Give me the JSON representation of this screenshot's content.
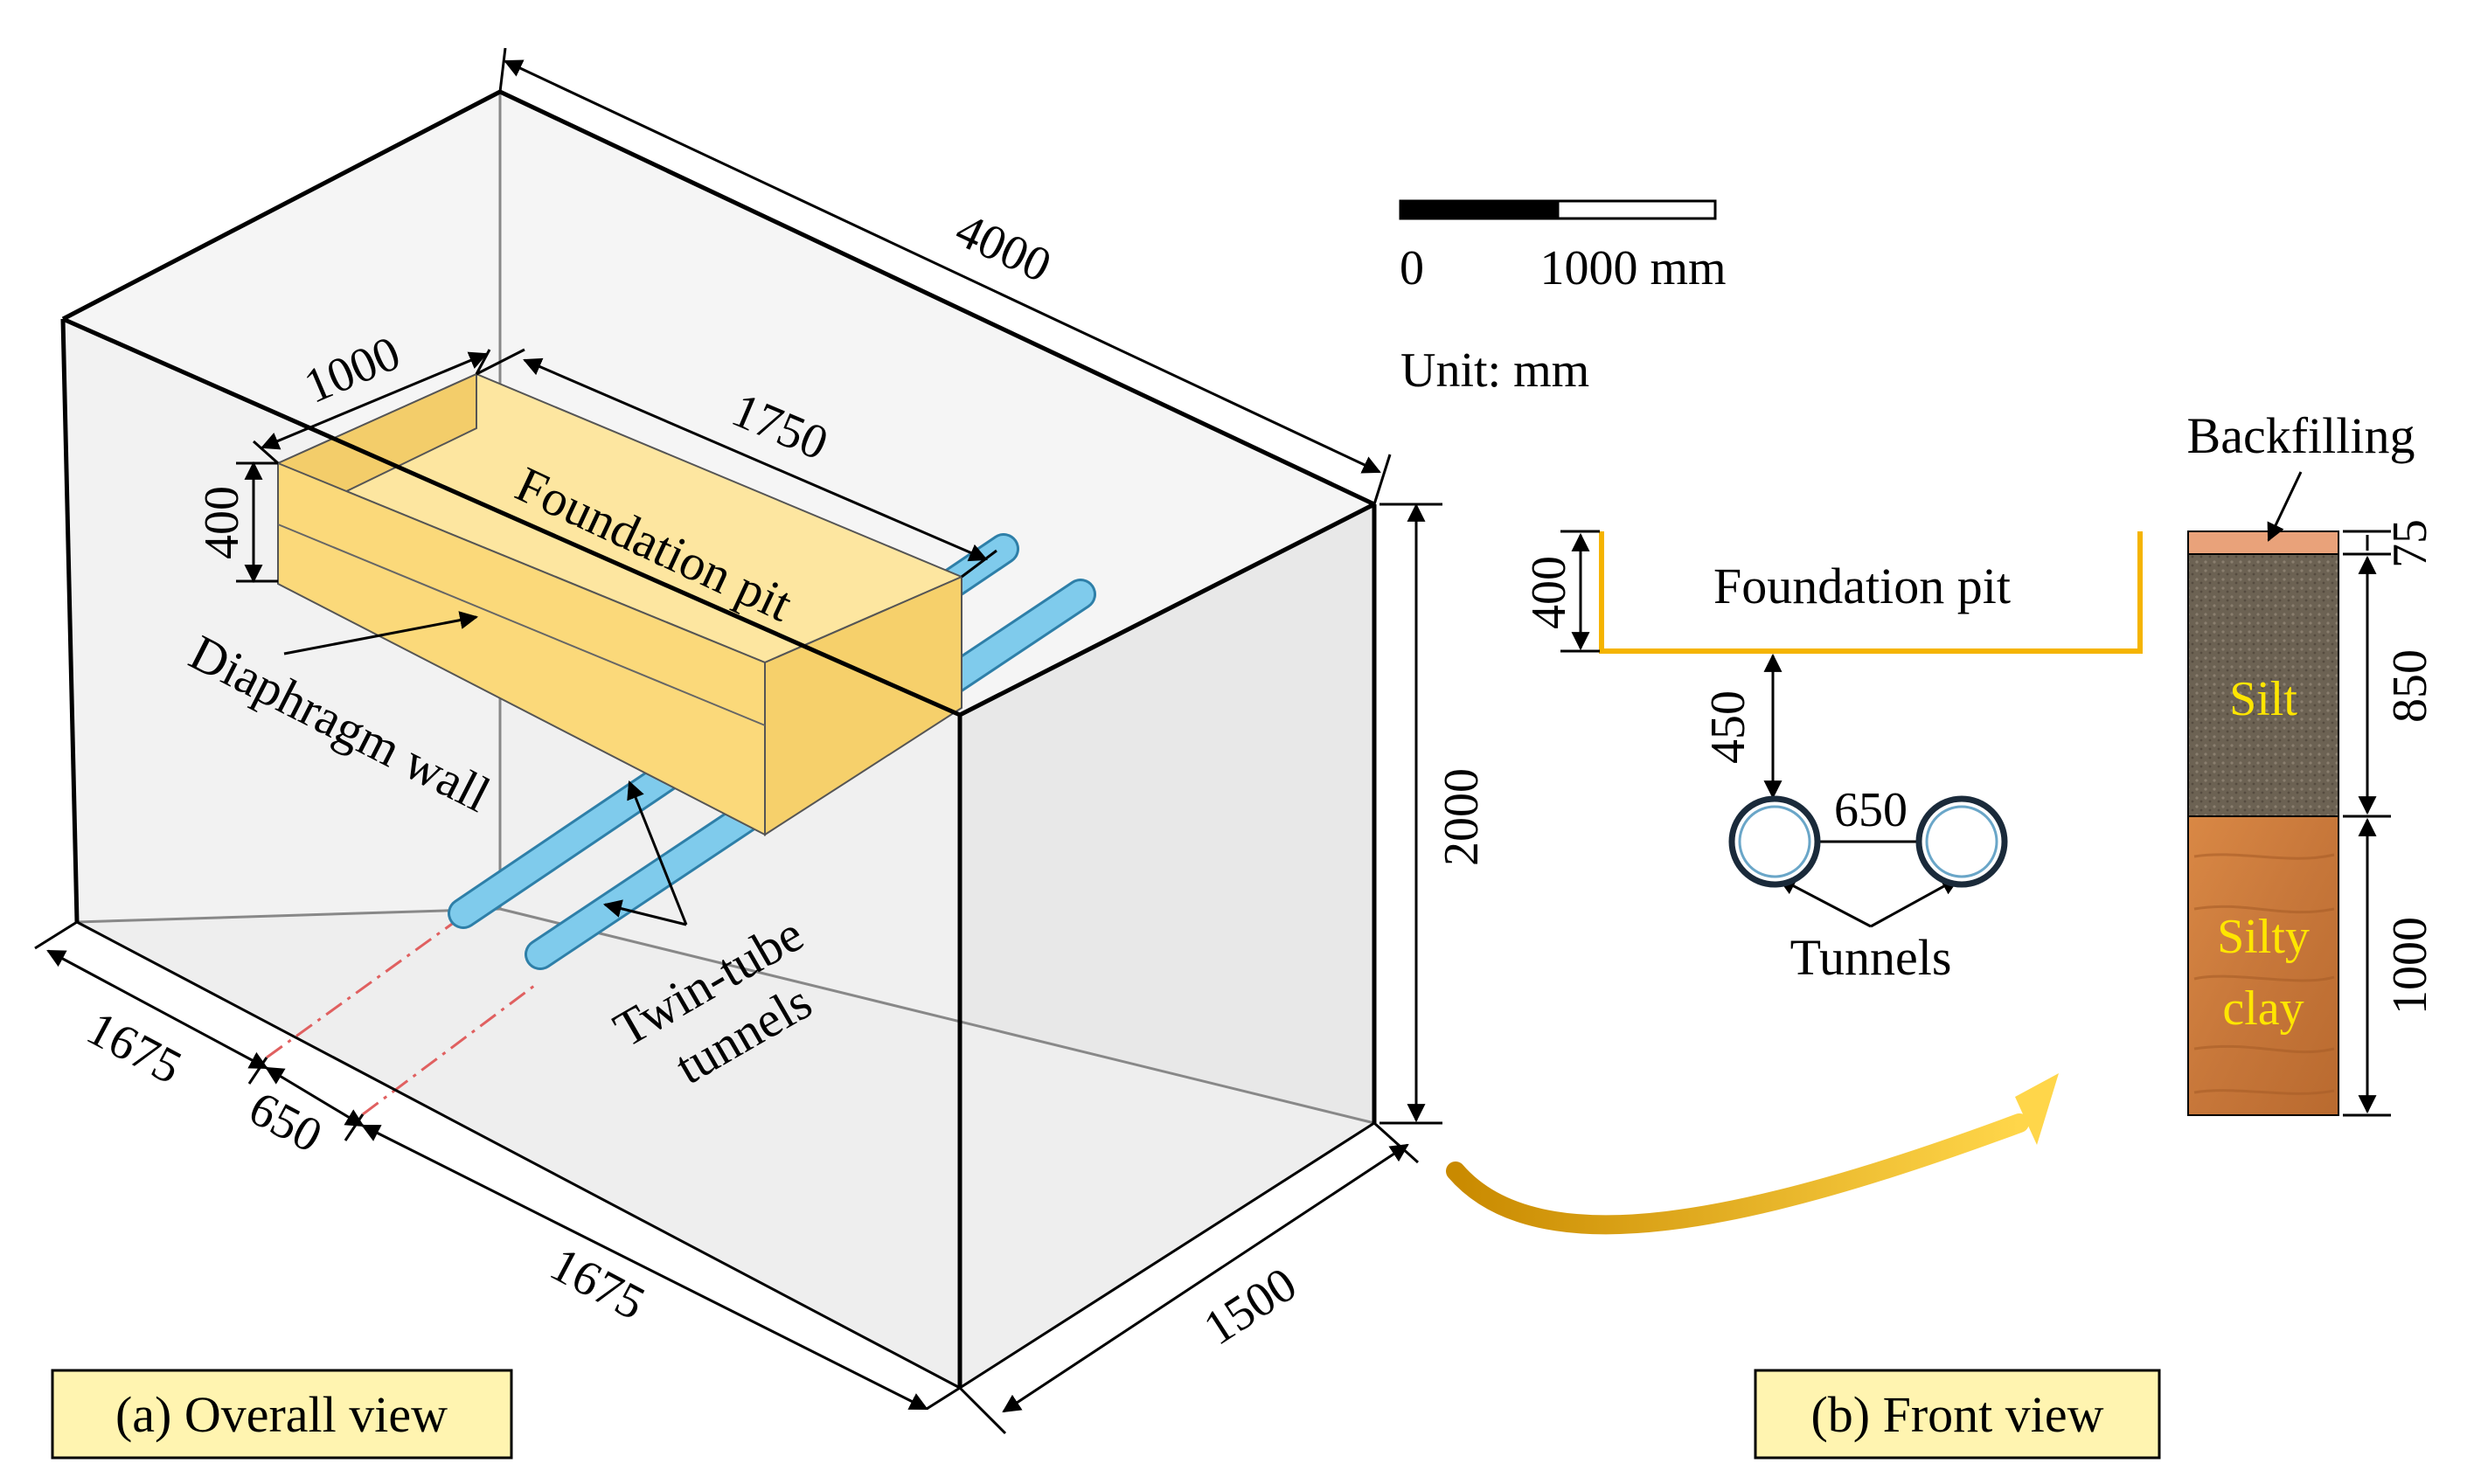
{
  "scale_bar": {
    "start": "0",
    "end": "1000 mm"
  },
  "unit": "Unit: mm",
  "overall_view": {
    "caption": "(a) Overall view",
    "dims": {
      "length": "4000",
      "height": "2000",
      "width": "1500",
      "pit_width": "1000",
      "pit_length": "1750",
      "pit_depth": "400",
      "side_left": "1675",
      "spacing": "650",
      "side_right": "1675"
    },
    "labels": {
      "foundation_pit": "Foundation pit",
      "diaphragm_wall": "Diaphragm wall",
      "tunnels_line1": "Twin-tube",
      "tunnels_line2": "tunnels"
    }
  },
  "front_view": {
    "caption": "(b) Front view",
    "foundation_pit": "Foundation pit",
    "pit_depth": "400",
    "cover": "450",
    "spacing": "650",
    "tunnels": "Tunnels",
    "layers": [
      {
        "name_lines": [
          "Backfilling"
        ],
        "thickness": "75",
        "color": "#e9a27a"
      },
      {
        "name_lines": [
          "Silt"
        ],
        "thickness": "850",
        "color": "#6e6253"
      },
      {
        "name_lines": [
          "Silty",
          "clay"
        ],
        "thickness": "1000",
        "color": "#c9793a"
      }
    ]
  },
  "colors": {
    "wall": "#fbd97a",
    "tunnel": "#7fcbec",
    "pit_outline": "#f5b400",
    "soil_text": "#ffe600",
    "arrow": "#f0ad00",
    "axis_line": "#e06060"
  }
}
